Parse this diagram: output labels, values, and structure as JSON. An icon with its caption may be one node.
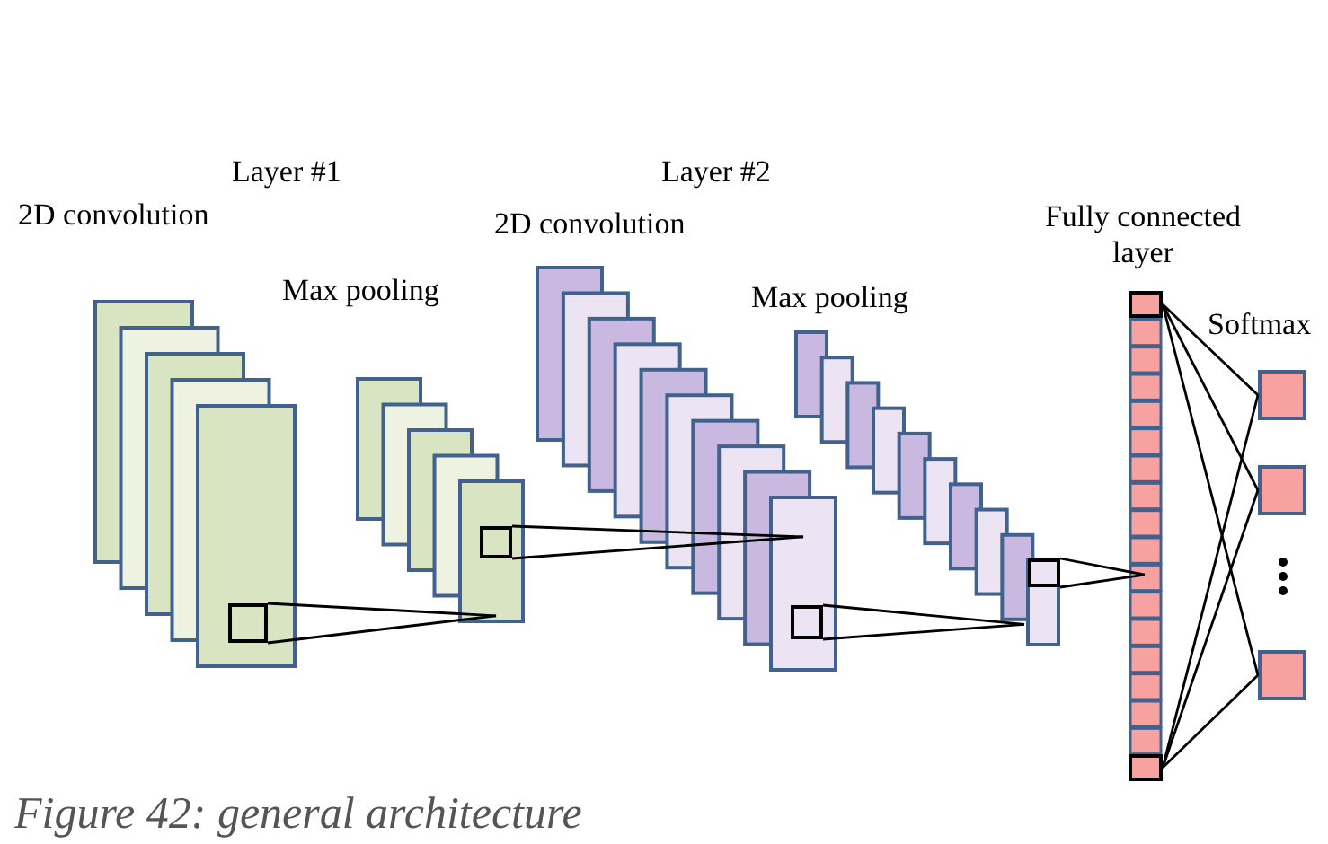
{
  "diagram": {
    "caption": "Figure 42: general architecture",
    "nodes": [
      {
        "text": [],
        "shape": "box",
        "beside": [
          "2D convolution"
        ]
      },
      {
        "text": [],
        "shape": "box",
        "in": 0
      },
      {
        "text": [],
        "shape": "box",
        "beside": [
          "Max pooling"
        ]
      },
      {
        "text": [],
        "shape": "box",
        "in": 2
      },
      {
        "text": [],
        "shape": "box",
        "beside": [
          "2D convolution"
        ]
      },
      {
        "text": [],
        "shape": "box",
        "in": 4
      },
      {
        "text": [],
        "shape": "box",
        "beside": [
          "Max pooling"
        ]
      },
      {
        "text": [],
        "shape": "box",
        "in": 6
      },
      {
        "text": [],
        "shape": "bar",
        "beside": [
          "Fully connected layer"
        ]
      },
      {
        "text": [],
        "shape": "box",
        "in": 8
      },
      {
        "text": [],
        "shape": "box",
        "in": 8
      },
      {
        "text": [],
        "shape": "box"
      },
      {
        "text": [],
        "shape": "box"
      },
      {
        "text": [],
        "shape": "box"
      }
    ],
    "edges": [
      {
        "from": 1,
        "to": 2,
        "arrow": "none"
      },
      {
        "from": 1,
        "to": 2,
        "arrow": "none"
      },
      {
        "from": 3,
        "to": 4,
        "arrow": "none"
      },
      {
        "from": 3,
        "to": 4,
        "arrow": "none"
      },
      {
        "from": 5,
        "to": 6,
        "arrow": "none"
      },
      {
        "from": 5,
        "to": 6,
        "arrow": "none"
      },
      {
        "from": 7,
        "to": 8,
        "arrow": "none"
      },
      {
        "from": 7,
        "to": 8,
        "arrow": "none"
      },
      {
        "from": 9,
        "to": 11,
        "arrow": "none"
      },
      {
        "from": 9,
        "to": 12,
        "arrow": "none"
      },
      {
        "from": 9,
        "to": 13,
        "arrow": "none"
      },
      {
        "from": 10,
        "to": 11,
        "arrow": "none"
      },
      {
        "from": 10,
        "to": 12,
        "arrow": "none"
      },
      {
        "from": 10,
        "to": 13,
        "arrow": "none"
      }
    ],
    "labels": [
      "Layer #1",
      "Layer #2",
      "Softmax"
    ]
  }
}
